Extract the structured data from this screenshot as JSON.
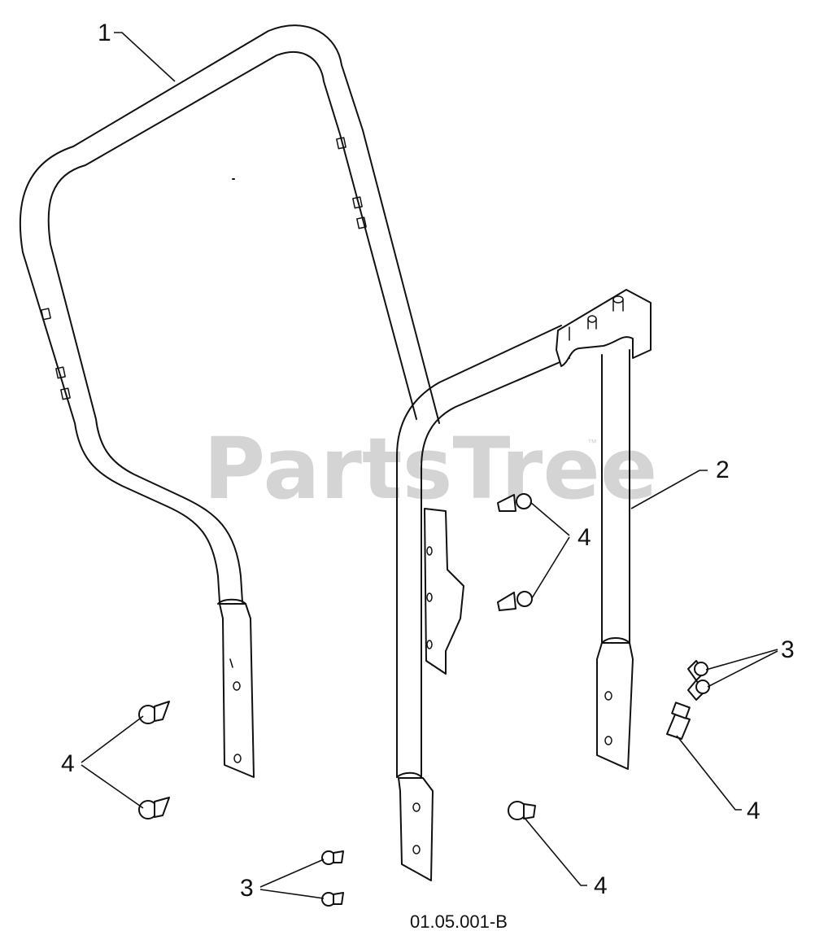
{
  "watermark": {
    "brand": "PartsTree",
    "trademark": "™"
  },
  "drawing_code": "01.05.001-B",
  "callouts": {
    "item1": "1",
    "item2": "2",
    "item3_right": "3",
    "item3_bottom": "3",
    "item4_center": "4",
    "item4_left": "4",
    "item4_right": "4",
    "item4_bottom": "4"
  }
}
